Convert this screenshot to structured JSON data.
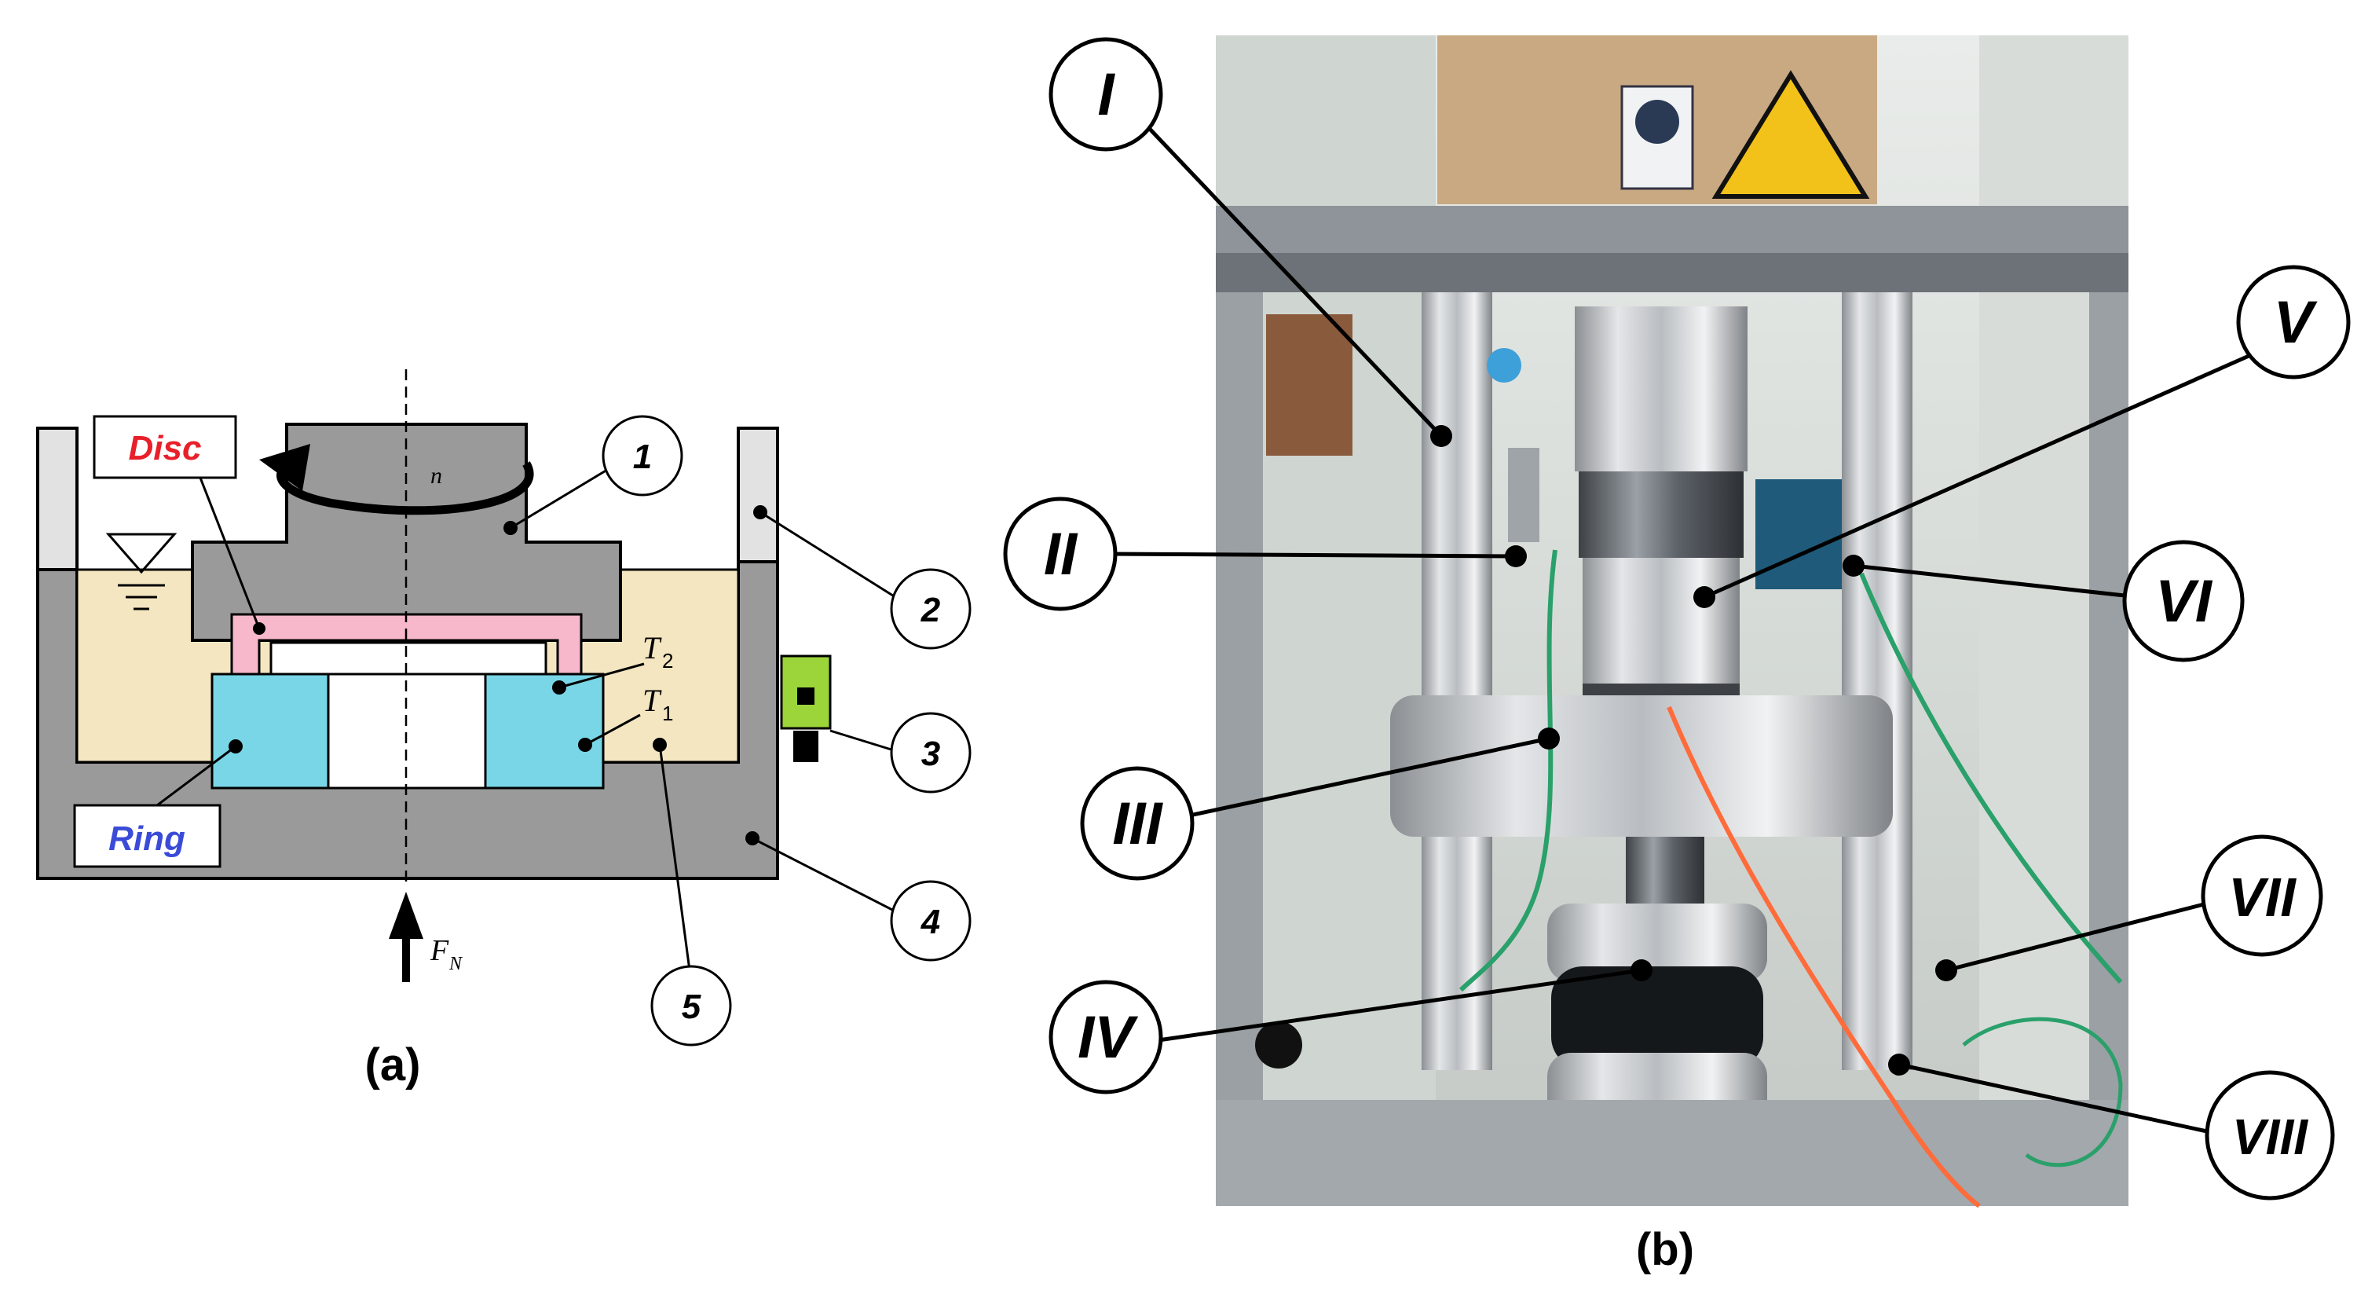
{
  "panel_a": {
    "caption": "(a)",
    "disc_label": "Disc",
    "ring_label": "Ring",
    "speed_symbol": "n",
    "t2_label": "T",
    "t2_sub": "2",
    "t1_label": "T",
    "t1_sub": "1",
    "force_label": "F",
    "force_sub": "N",
    "callouts": [
      "1",
      "2",
      "3",
      "4",
      "5"
    ],
    "colors": {
      "disc_text": "#e8202a",
      "ring_text": "#3a4bd8",
      "fluid": "#f4e6c0",
      "disc_fill": "#f7b8cc",
      "ring_fill": "#79d6e6",
      "body_gray": "#9a9a9a",
      "sensor_green": "#9bd53a"
    }
  },
  "panel_b": {
    "caption": "(b)",
    "callouts": [
      "I",
      "II",
      "III",
      "IV",
      "V",
      "VI",
      "VII",
      "VIII"
    ]
  }
}
